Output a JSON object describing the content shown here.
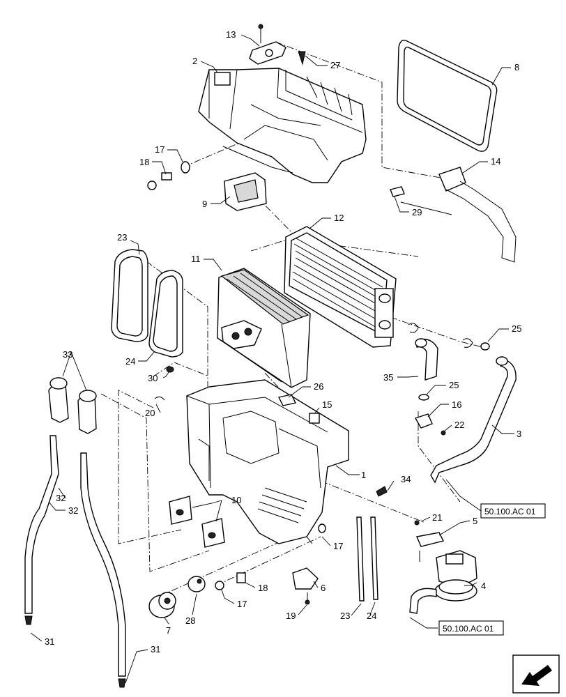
{
  "callouts": [
    {
      "id": "c13",
      "text": "13"
    },
    {
      "id": "c27",
      "text": "27"
    },
    {
      "id": "c2",
      "text": "2"
    },
    {
      "id": "c8",
      "text": "8"
    },
    {
      "id": "c17a",
      "text": "17"
    },
    {
      "id": "c18a",
      "text": "18"
    },
    {
      "id": "c9",
      "text": "9"
    },
    {
      "id": "c14",
      "text": "14"
    },
    {
      "id": "c29",
      "text": "29"
    },
    {
      "id": "c12",
      "text": "12"
    },
    {
      "id": "c23a",
      "text": "23"
    },
    {
      "id": "c11",
      "text": "11"
    },
    {
      "id": "c25a",
      "text": "25"
    },
    {
      "id": "c24a",
      "text": "24"
    },
    {
      "id": "c30",
      "text": "30"
    },
    {
      "id": "c35",
      "text": "35"
    },
    {
      "id": "c25b",
      "text": "25"
    },
    {
      "id": "c33",
      "text": "33"
    },
    {
      "id": "c26",
      "text": "26"
    },
    {
      "id": "c15",
      "text": "15"
    },
    {
      "id": "c16",
      "text": "16"
    },
    {
      "id": "c20",
      "text": "20"
    },
    {
      "id": "c22",
      "text": "22"
    },
    {
      "id": "c3",
      "text": "3"
    },
    {
      "id": "c1",
      "text": "1"
    },
    {
      "id": "c34",
      "text": "34"
    },
    {
      "id": "c32a",
      "text": "32"
    },
    {
      "id": "c32b",
      "text": "32"
    },
    {
      "id": "c10",
      "text": "10"
    },
    {
      "id": "c21",
      "text": "21"
    },
    {
      "id": "c5",
      "text": "5"
    },
    {
      "id": "c17b",
      "text": "17"
    },
    {
      "id": "c18b",
      "text": "18"
    },
    {
      "id": "c17c",
      "text": "17"
    },
    {
      "id": "c6",
      "text": "6"
    },
    {
      "id": "c4",
      "text": "4"
    },
    {
      "id": "c7",
      "text": "7"
    },
    {
      "id": "c28",
      "text": "28"
    },
    {
      "id": "c19",
      "text": "19"
    },
    {
      "id": "c23b",
      "text": "23"
    },
    {
      "id": "c24b",
      "text": "24"
    },
    {
      "id": "c31a",
      "text": "31"
    },
    {
      "id": "c31b",
      "text": "31"
    }
  ],
  "references": {
    "upper": "50.100.AC 01",
    "lower": "50.100.AC 01"
  },
  "icons": {
    "nav_arrow": "return-arrow-icon"
  }
}
